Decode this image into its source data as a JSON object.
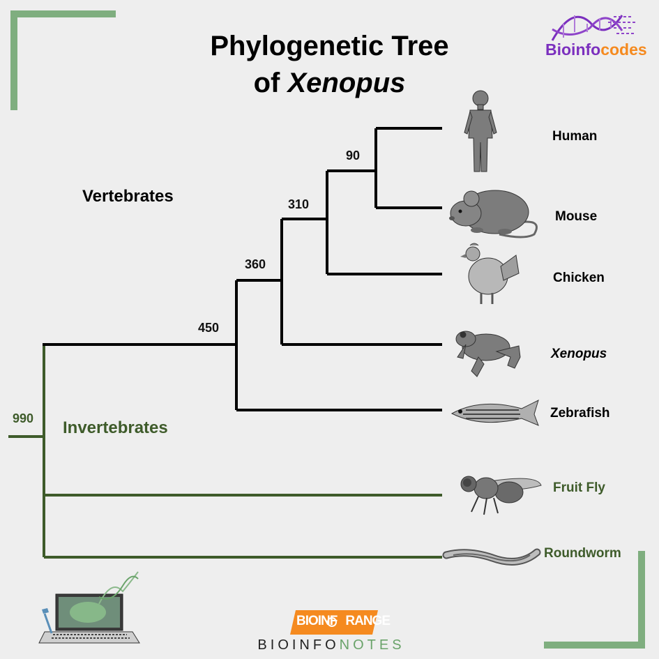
{
  "title": {
    "line1": "Phylogenetic Tree",
    "line2_prefix": "of ",
    "line2_italic": "Xenopus"
  },
  "logo_top": {
    "part1": "Bioinfo",
    "part2": "codes",
    "color1": "#7b2fbe",
    "color2": "#f58a1f"
  },
  "groups": {
    "vertebrates": "Vertebrates",
    "invertebrates": "Invertebrates"
  },
  "nodes": {
    "root": "990",
    "n450": "450",
    "n360": "360",
    "n310": "310",
    "n90": "90"
  },
  "species": {
    "human": "Human",
    "mouse": "Mouse",
    "chicken": "Chicken",
    "xenopus": "Xenopus",
    "zebrafish": "Zebrafish",
    "fruitfly": "Fruit Fly",
    "roundworm": "Roundworm"
  },
  "footer": {
    "badge_left": "BIOINF",
    "badge_right": "RANGE",
    "bottom_a": "BIOINFO",
    "bottom_b": "NOTES"
  },
  "colors": {
    "vertebrate_branch": "#000000",
    "invertebrate_branch": "#3e5b2a",
    "frame": "#7fae7f",
    "accent_orange": "#f58a1f"
  }
}
